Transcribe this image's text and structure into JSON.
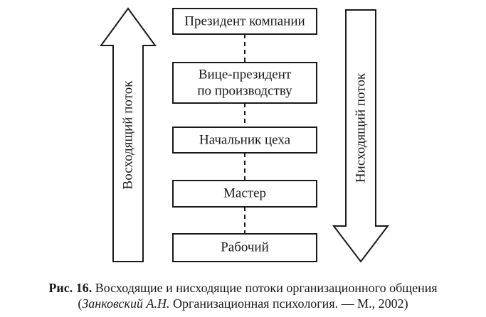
{
  "hierarchy": [
    {
      "lines": [
        "Президент компании"
      ]
    },
    {
      "lines": [
        "Вице-президент",
        "по производству"
      ]
    },
    {
      "lines": [
        "Начальник цеха"
      ]
    },
    {
      "lines": [
        "Мастер"
      ]
    },
    {
      "lines": [
        "Рабочий"
      ]
    }
  ],
  "arrows": {
    "upward_label": "Восходящий поток",
    "downward_label": "Нисходящий поток"
  },
  "caption": {
    "figure_number": "Рис. 16.",
    "title": "Восходящие и нисходящие потоки организационного общения",
    "open_paren": "(",
    "author": "Занковский А.Н.",
    "source": "Организационная психология. — М., 2002)"
  }
}
